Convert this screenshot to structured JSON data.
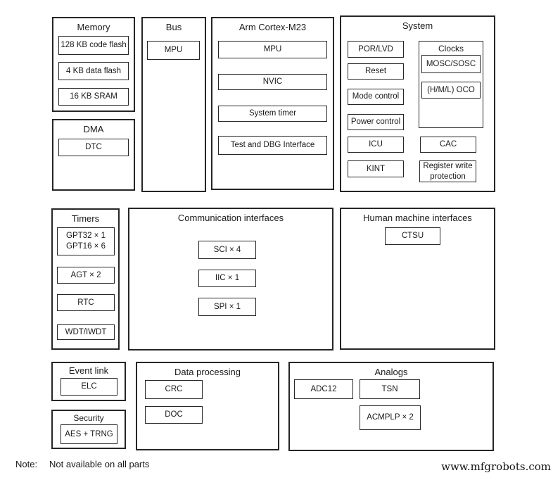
{
  "blocks": {
    "memory": {
      "title": "Memory",
      "items": [
        "128 KB code flash",
        "4 KB data flash",
        "16 KB SRAM"
      ]
    },
    "dma": {
      "title": "DMA",
      "items": [
        "DTC"
      ]
    },
    "bus": {
      "title": "Bus",
      "items": [
        "MPU"
      ]
    },
    "cortex": {
      "title": "Arm Cortex-M23",
      "items": [
        "MPU",
        "NVIC",
        "System timer",
        "Test and DBG Interface"
      ]
    },
    "system": {
      "title": "System",
      "items": [
        "POR/LVD",
        "Reset",
        "Mode control",
        "Power control",
        "ICU",
        "KINT"
      ],
      "clocks": {
        "title": "Clocks",
        "items": [
          "MOSC/SOSC",
          "(H/M/L) OCO"
        ]
      },
      "extras": [
        "CAC",
        "Register write\nprotection"
      ]
    },
    "timers": {
      "title": "Timers",
      "items": [
        "GPT32 × 1\nGPT16 × 6",
        "AGT × 2",
        "RTC",
        "WDT/IWDT"
      ]
    },
    "comm": {
      "title": "Communication interfaces",
      "items": [
        "SCI × 4",
        "IIC × 1",
        "SPI × 1"
      ]
    },
    "hmi": {
      "title": "Human machine interfaces",
      "items": [
        "CTSU"
      ]
    },
    "event_link": {
      "title": "Event link",
      "items": [
        "ELC"
      ]
    },
    "security": {
      "title": "Security",
      "items": [
        "AES + TRNG"
      ]
    },
    "data_processing": {
      "title": "Data processing",
      "items": [
        "CRC",
        "DOC"
      ]
    },
    "analogs": {
      "title": "Analogs",
      "items": [
        "ADC12",
        "TSN",
        "ACMPLP × 2"
      ]
    }
  },
  "note": {
    "label": "Note:",
    "text": "Not available on all parts"
  },
  "watermark": "www.mfgrobots.com"
}
